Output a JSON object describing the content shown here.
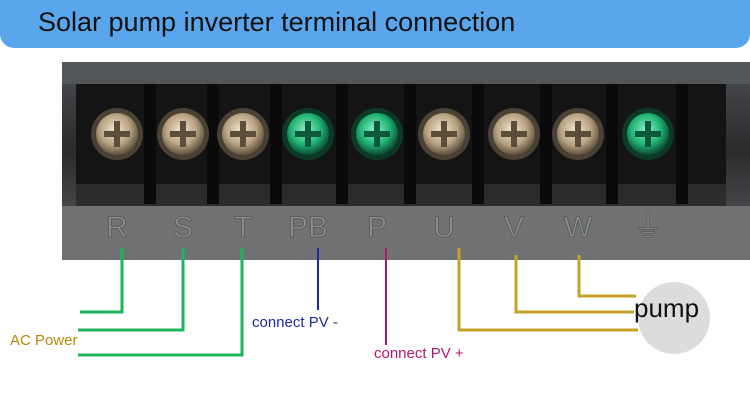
{
  "header": {
    "title": "Solar pump inverter terminal connection"
  },
  "terminals": [
    "R",
    "S",
    "T",
    "PB",
    "P",
    "U",
    "V",
    "W",
    "⏚"
  ],
  "labels": {
    "ac_power": "AC Power",
    "pv_negative": "connect PV -",
    "pv_positive": "connect PV +",
    "pump": "pump"
  },
  "colors": {
    "title_bar": "#5aa6ec",
    "ac_wire": "#1fb35a",
    "pv_negative_wire": "#1f2aa0",
    "pv_positive_wire": "#b0186f",
    "motor_wire": "#c7a02a",
    "ac_label": "#b8860b",
    "green_screws": "#2fd38a"
  }
}
